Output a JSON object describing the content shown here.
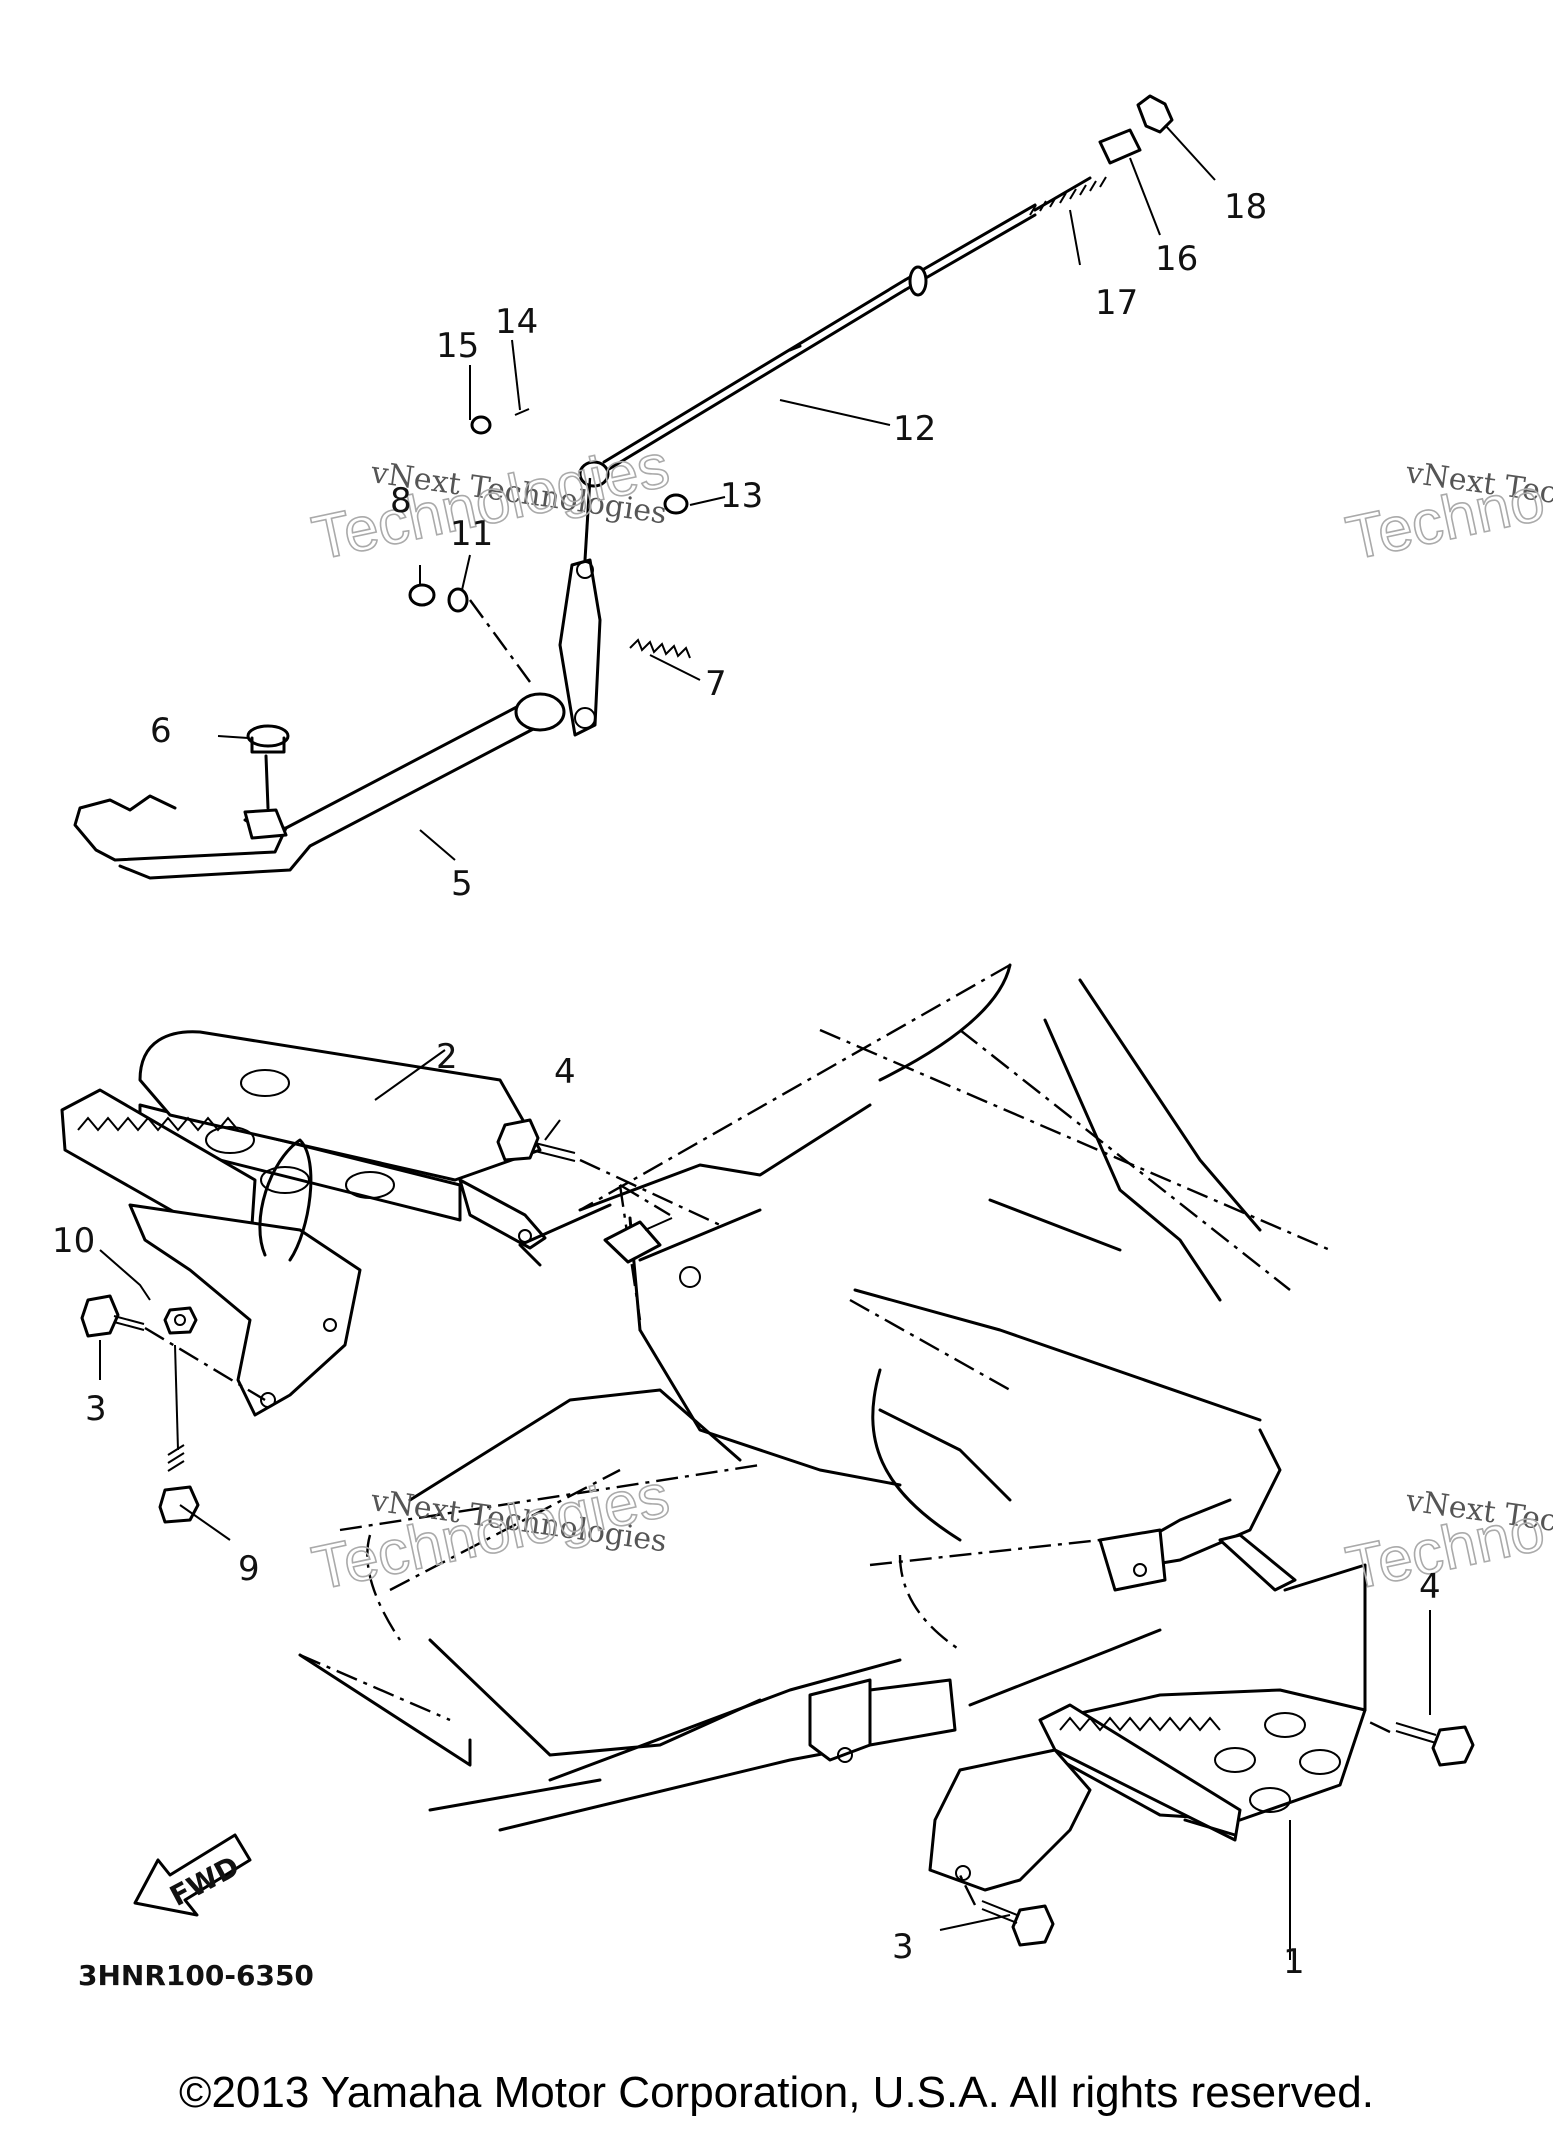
{
  "callouts": [
    "1",
    "2",
    "3",
    "3",
    "4",
    "4",
    "5",
    "6",
    "7",
    "8",
    "9",
    "10",
    "11",
    "12",
    "13",
    "14",
    "15",
    "16",
    "17",
    "18"
  ],
  "fwd_label": "FWD",
  "part_code": "3HNR100-6350",
  "watermark": {
    "line1": "vNext Technologies",
    "line2": "Technologies",
    "partial1": "vNext Tec",
    "partial2": "Techno"
  },
  "copyright": "©2013 Yamaha Motor Corporation, U.S.A. All rights reserved."
}
